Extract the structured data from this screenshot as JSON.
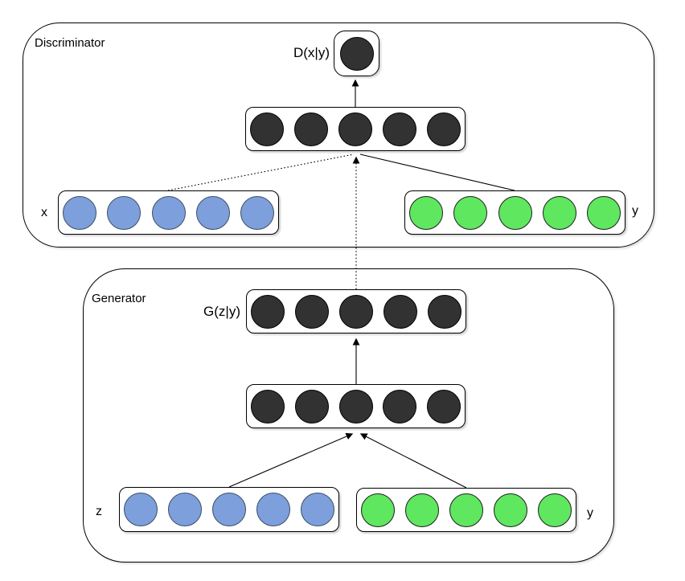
{
  "colors": {
    "background": "#ffffff",
    "box-border": "#000000",
    "line": "#000000",
    "node-dark": "#323232",
    "node-dark-border": "#000000",
    "node-blue": "#7D9FDB",
    "node-blue-border": "#3d4f66",
    "node-green": "#5FE75F",
    "node-green-border": "#1e1e1e"
  },
  "discriminator": {
    "title": "Discriminator",
    "output": {
      "label": "D(x|y)",
      "count": 1
    },
    "hidden": {
      "count": 5
    },
    "input_x": {
      "label": "x",
      "count": 5
    },
    "input_y": {
      "label": "y",
      "count": 5
    }
  },
  "generator": {
    "title": "Generator",
    "output": {
      "label": "G(z|y)",
      "count": 5
    },
    "hidden": {
      "count": 5
    },
    "input_z": {
      "label": "z",
      "count": 5
    },
    "input_y": {
      "label": "y",
      "count": 5
    }
  }
}
